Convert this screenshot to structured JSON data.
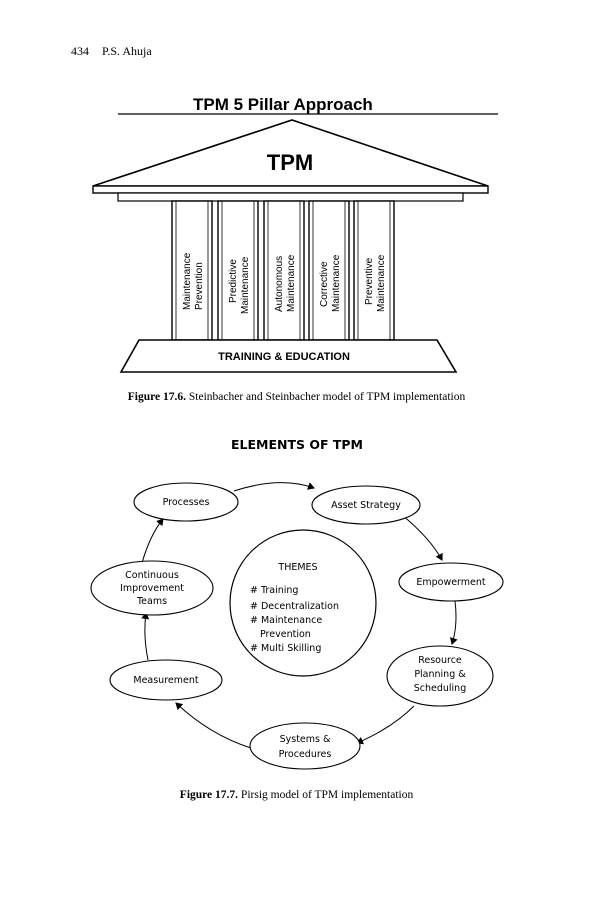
{
  "header": {
    "page_number": "434",
    "author": "P.S. Ahuja"
  },
  "figure1": {
    "title": "TPM 5 Pillar Approach",
    "roof_label": "TPM",
    "pillars": [
      {
        "line1": "Maintenance",
        "line2": "Prevention"
      },
      {
        "line1": "Predictive",
        "line2": "Maintenance"
      },
      {
        "line1": "Autonomous",
        "line2": "Maintenance"
      },
      {
        "line1": "Corrective",
        "line2": "Maintenance"
      },
      {
        "line1": "Preventive",
        "line2": "Maintenance"
      }
    ],
    "base_label": "TRAINING & EDUCATION",
    "caption_label": "Figure 17.6.",
    "caption_text": " Steinbacher and Steinbacher model of TPM implementation"
  },
  "figure2": {
    "title": "ELEMENTS OF TPM",
    "nodes": {
      "processes": "Processes",
      "asset_strategy": "Asset Strategy",
      "empowerment": "Empowerment",
      "resource": [
        "Resource",
        "Planning &",
        "Scheduling"
      ],
      "systems": [
        "Systems &",
        "Procedures"
      ],
      "measurement": "Measurement",
      "continuous": [
        "Continuous",
        "Improvement",
        "Teams"
      ]
    },
    "themes": {
      "heading": "THEMES",
      "items": [
        "# Training",
        "# Decentralization",
        "# Maintenance",
        "Prevention",
        "# Multi Skilling"
      ]
    },
    "caption_label": "Figure 17.7.",
    "caption_text": " Pirsig model of TPM implementation"
  }
}
